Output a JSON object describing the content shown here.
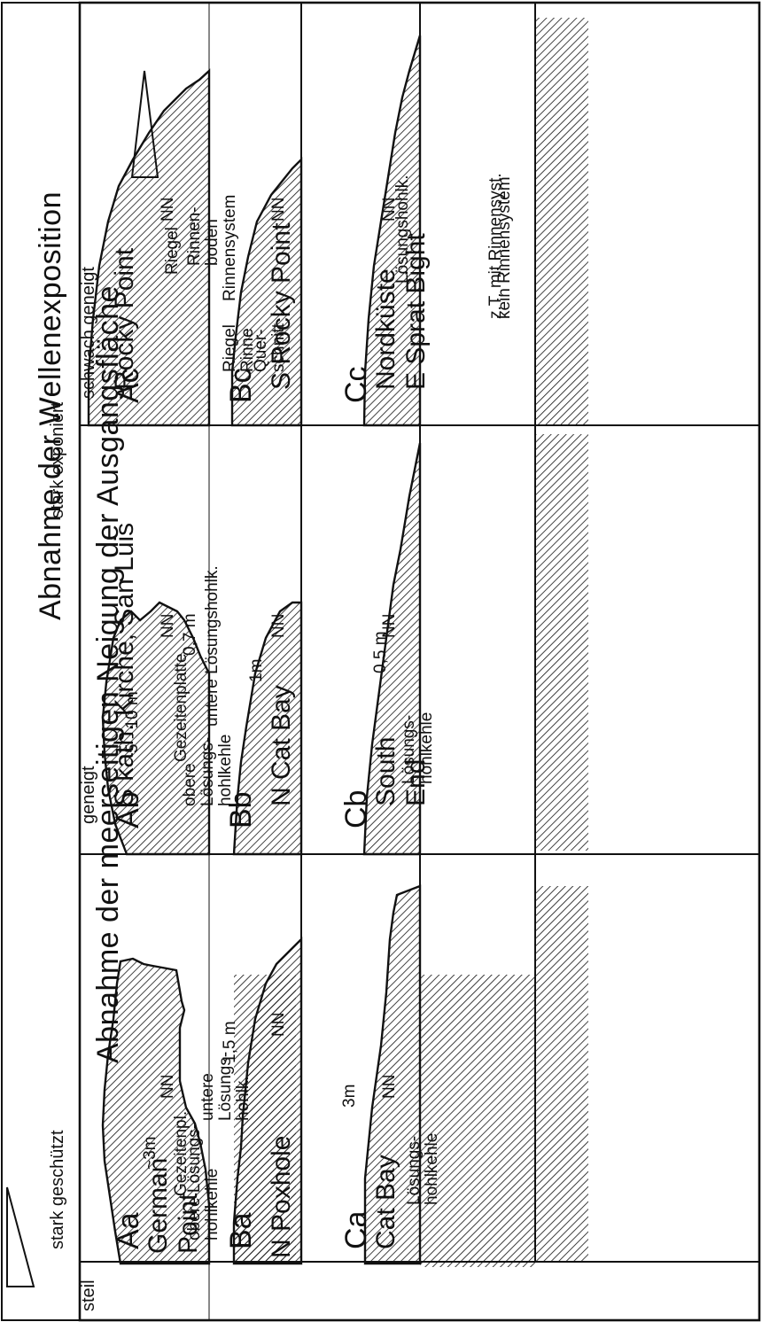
{
  "title": "Abnahme der meerseitigen Neigung der Ausgangsfläche",
  "side_title": "Abnahme der Wellenexposition",
  "column_headers": {
    "left": "steil",
    "middle": "geneigt",
    "right": "schwach geneigt"
  },
  "row_headers": {
    "top": "stark exponiert",
    "bottom": "stark geschützt"
  },
  "panels": {
    "Aa": {
      "code": "Aa",
      "site": [
        "German",
        "Point"
      ],
      "nn": "NN",
      "scale": "~3m",
      "labels": {
        "gezeiten": "Gezeitenpl.",
        "obere": [
          "obere  Lösungs-",
          "hohlkehle"
        ],
        "untere": [
          "untere",
          "Lösungs-",
          "hohlk."
        ]
      }
    },
    "Ab": {
      "code": "Ab",
      "site": [
        "S kath. Kirche, San Luis"
      ],
      "nn": "NN",
      "scale": "5 - 10 m",
      "measure": "0,7 m",
      "labels": {
        "gezeiten": "Gezeitenplatte",
        "obere": [
          "obere",
          "Lösungs-",
          "hohlkehle"
        ],
        "untere": [
          "untere Lösungshohlk."
        ]
      }
    },
    "Ac": {
      "code": "Ac",
      "site": [
        "Rocky Point"
      ],
      "nn": "NN",
      "labels": {
        "riegel": "Riegel",
        "rinnenboden": [
          "Rinnen-",
          "boden"
        ],
        "rinnensystem": "Rinnensystem",
        "qs_riegel": "Riegel",
        "qs_rinne": "Rinne",
        "qs_title": [
          "Quer-",
          "schnitt"
        ]
      }
    },
    "Ba": {
      "code": "Ba",
      "site": [
        "N Poxhole"
      ],
      "nn": "NN",
      "measure": "1,5 m"
    },
    "Bb": {
      "code": "Bb",
      "site": [
        "N Cat Bay"
      ],
      "nn": "NN",
      "measure": "1m"
    },
    "Bc": {
      "code": "Bc",
      "site": [
        "S Rocky Point"
      ],
      "nn": "NN",
      "labels": {
        "rinnen": "z.T. mit Rinnensyst."
      }
    },
    "Ca": {
      "code": "Ca",
      "site": [
        "Cat Bay"
      ],
      "nn": "NN",
      "measure": "3m",
      "labels": {
        "loesung": [
          "Lösungs-",
          "hohlkehle"
        ]
      }
    },
    "Cb": {
      "code": "Cb",
      "site": [
        "South",
        "End"
      ],
      "nn": "NN",
      "measure": "0,5 m",
      "labels": {
        "loesung": [
          "Lösungs-",
          "hohlkehle"
        ]
      }
    },
    "Cc": {
      "code": "Cc",
      "site": [
        "Nordküste",
        "E Sprat Bight"
      ],
      "nn": "NN",
      "labels": {
        "loesung": "Lösungshohlk.",
        "rinnen": "kein Rinnensystem"
      }
    }
  }
}
